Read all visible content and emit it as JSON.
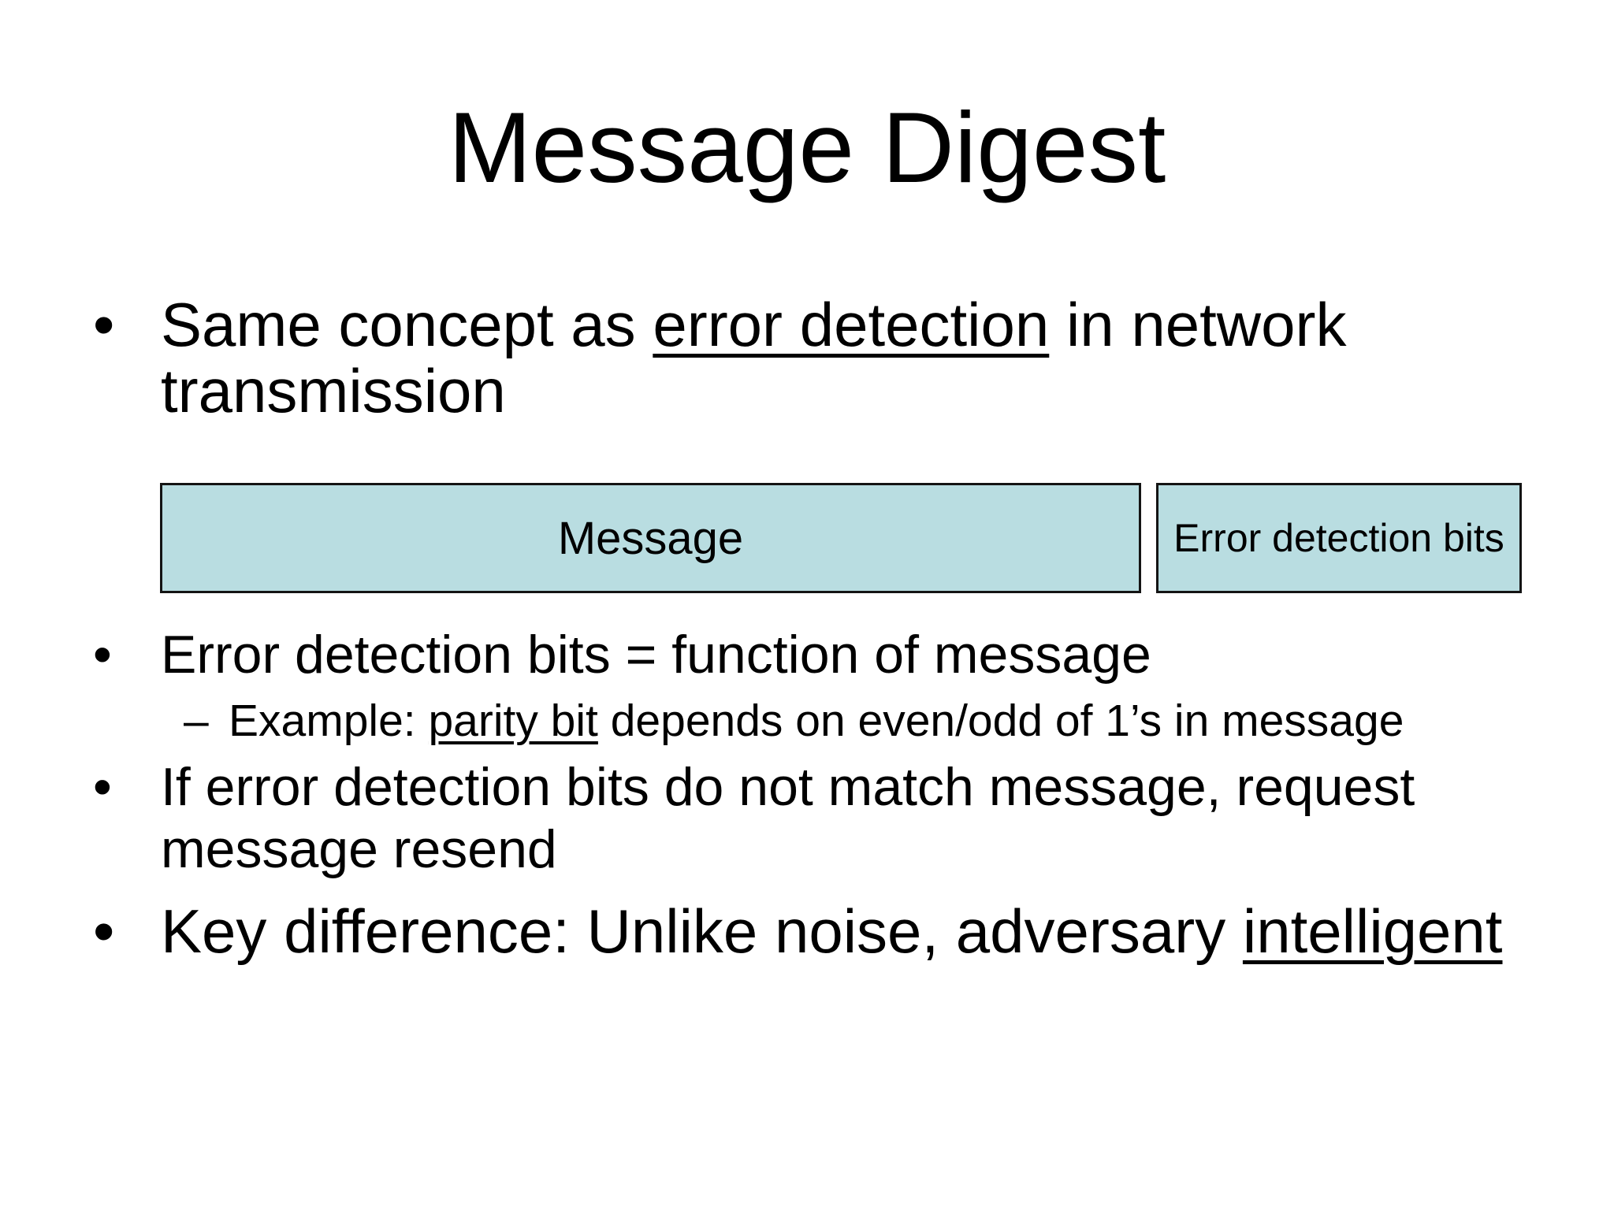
{
  "slide": {
    "title": "Message Digest",
    "bullet_char": "•",
    "dash_char": "–",
    "bullets": {
      "b1": {
        "pre": "Same concept as ",
        "u": "error detection",
        "post": " in network transmission"
      },
      "b2": {
        "text": "Error detection bits = function of message"
      },
      "sub": {
        "pre": "Example: ",
        "u": "parity bit",
        "post": " depends on even/odd  of 1’s in message"
      },
      "b3": {
        "text": "If error detection bits do not match message, request message resend"
      },
      "b4": {
        "pre": "Key difference: Unlike noise, adversary ",
        "u": "intelligent",
        "post": ""
      }
    },
    "diagram": {
      "message_box": "Message",
      "error_box": "Error detection bits"
    },
    "colors": {
      "background": "#ffffff",
      "text": "#000000",
      "box_fill": "#b9dde1",
      "box_border": "#141414"
    }
  }
}
